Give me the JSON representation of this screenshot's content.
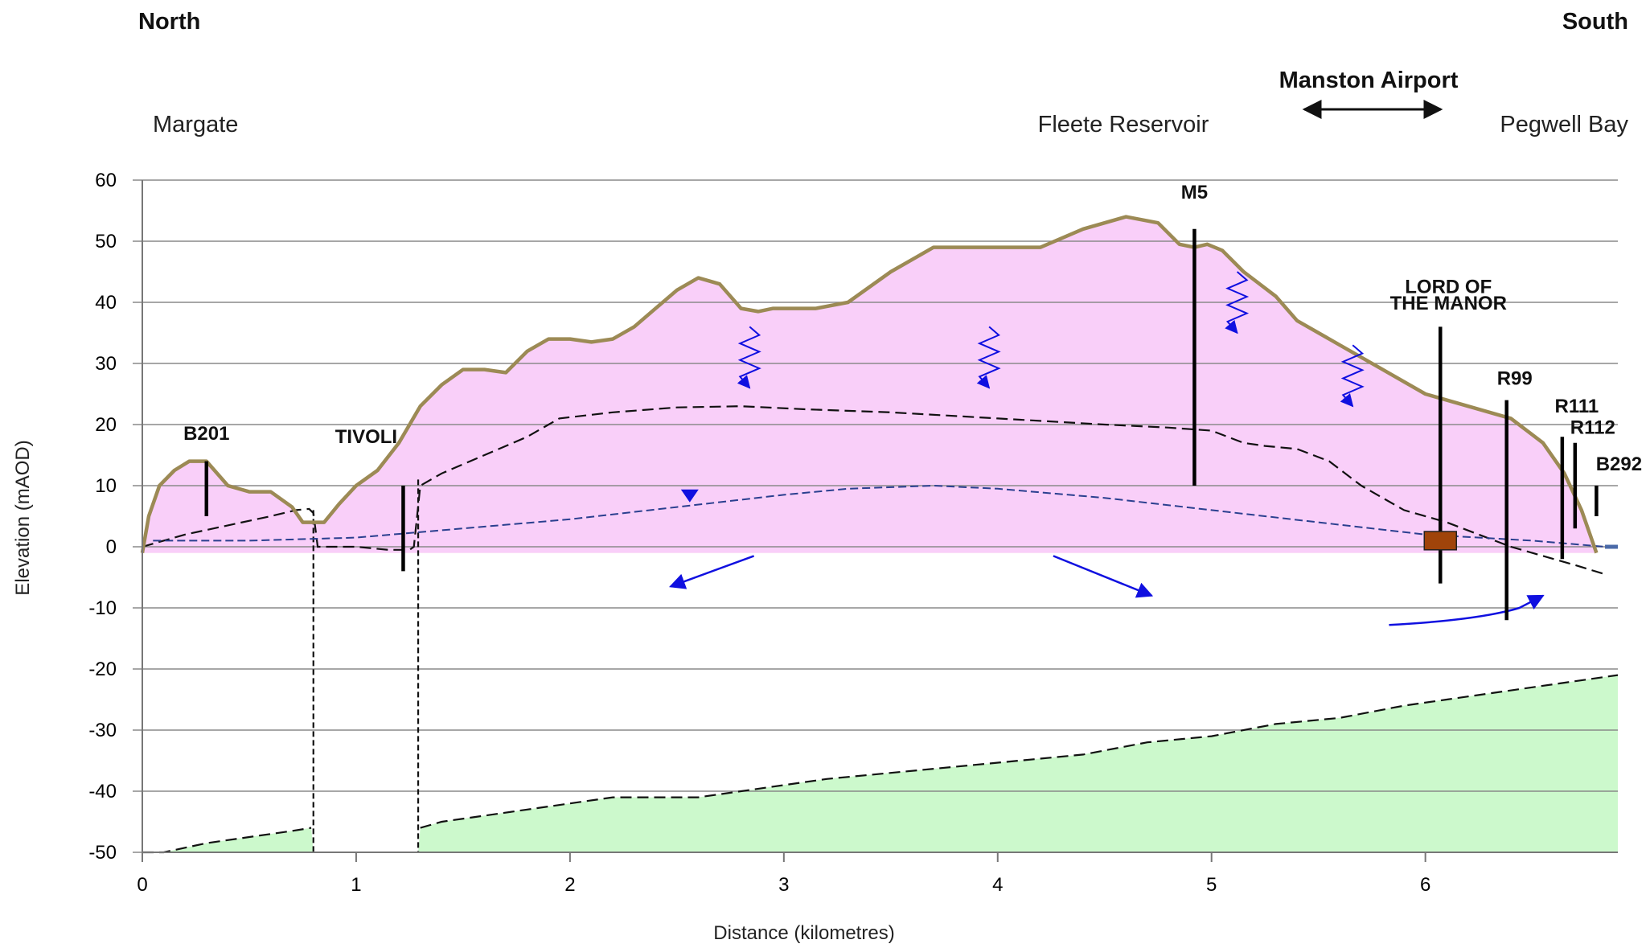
{
  "header": {
    "north": "North",
    "south": "South",
    "airport": "Manston Airport"
  },
  "places": {
    "margate": "Margate",
    "fleete": "Fleete Reservoir",
    "pegwell": "Pegwell Bay"
  },
  "chart_data": {
    "type": "area",
    "xlabel": "Distance (kilometres)",
    "ylabel": "Elevation (mAOD)",
    "xlim": [
      0,
      6.9
    ],
    "ylim": [
      -50,
      60
    ],
    "xticks": [
      0,
      1,
      2,
      3,
      4,
      5,
      6
    ],
    "yticks": [
      60,
      50,
      40,
      30,
      20,
      10,
      0,
      -10,
      -20,
      -30,
      -40,
      -50
    ],
    "grid": "horizontal",
    "colors": {
      "ground_surface": "#9C8A55",
      "upper_layer": "#F9CFF9",
      "middle_layer": "#FAE2D1",
      "lower_layer": "#CCF9CC",
      "water_table": "#2A3F8F",
      "flow_arrow": "#1010E0",
      "well": "#000000",
      "tank": "#A0440A"
    },
    "ground_surface": {
      "x": [
        0.0,
        0.03,
        0.08,
        0.15,
        0.22,
        0.3,
        0.4,
        0.5,
        0.6,
        0.7,
        0.75,
        0.85,
        0.92,
        1.0,
        1.1,
        1.2,
        1.3,
        1.4,
        1.5,
        1.6,
        1.7,
        1.8,
        1.9,
        2.0,
        2.1,
        2.2,
        2.3,
        2.4,
        2.5,
        2.6,
        2.7,
        2.8,
        2.88,
        2.95,
        3.05,
        3.15,
        3.3,
        3.5,
        3.7,
        3.8,
        3.95,
        4.1,
        4.2,
        4.4,
        4.6,
        4.75,
        4.85,
        4.92,
        4.98,
        5.05,
        5.15,
        5.3,
        5.4,
        5.6,
        5.8,
        6.0,
        6.2,
        6.4,
        6.55,
        6.65,
        6.73,
        6.8,
        6.84
      ],
      "y": [
        -1,
        5,
        10,
        12.5,
        14,
        14,
        10,
        9,
        9,
        6.5,
        4,
        4,
        7,
        10,
        12.5,
        17,
        23,
        26.5,
        29,
        29,
        28.5,
        32,
        34,
        34,
        33.5,
        34,
        36,
        39,
        42,
        44,
        43,
        39,
        38.5,
        39,
        39,
        39,
        40,
        45,
        49,
        49,
        49,
        49,
        49,
        52,
        54,
        53,
        49.5,
        49,
        49.5,
        48.5,
        45,
        41,
        37,
        33,
        29,
        25,
        23,
        21,
        17,
        12,
        6,
        -1
      ]
    },
    "layer_boundary_upper": {
      "x": [
        0.0,
        0.2,
        0.4,
        0.6,
        0.72,
        0.78,
        0.8,
        0.82,
        0.85,
        1.0,
        1.15,
        1.25,
        1.27,
        1.3,
        1.4,
        1.6,
        1.8,
        1.95,
        2.2,
        2.5,
        2.8,
        3.1,
        3.5,
        4.0,
        4.5,
        4.8,
        5.0,
        5.15,
        5.25,
        5.4,
        5.55,
        5.7,
        5.9,
        6.1,
        6.25,
        6.4,
        6.55,
        6.7,
        6.84
      ],
      "y": [
        0,
        2,
        3.5,
        5,
        6,
        6.2,
        5.5,
        0,
        0,
        0,
        -0.5,
        -0.5,
        0,
        10,
        12,
        15,
        18,
        21,
        22,
        22.8,
        23,
        22.5,
        22,
        21,
        20,
        19.5,
        19,
        17,
        16.5,
        16,
        14,
        10,
        6,
        4,
        2,
        0,
        -1.5,
        -3,
        -4.5
      ]
    },
    "layer_boundary_lower": {
      "x": [
        0.0,
        0.1,
        0.3,
        0.5,
        0.7,
        0.79,
        1.3,
        1.4,
        1.6,
        1.8,
        2.0,
        2.2,
        2.4,
        2.6,
        2.8,
        3.0,
        3.2,
        3.5,
        3.8,
        4.1,
        4.4,
        4.7,
        5.0,
        5.3,
        5.6,
        5.9,
        6.1,
        6.3,
        6.5,
        6.7,
        6.9
      ],
      "y": [
        -50,
        -50,
        -48.5,
        -47.5,
        -46.5,
        -46,
        -46,
        -45,
        -44,
        -43,
        -42,
        -41,
        -41,
        -41,
        -40,
        -39,
        -38,
        -37,
        -36,
        -35,
        -34,
        -32,
        -31,
        -29,
        -28,
        -26,
        -25,
        -24,
        -23,
        -22,
        -21
      ]
    },
    "water_table": {
      "x": [
        0.05,
        0.5,
        1.0,
        1.5,
        2.0,
        2.5,
        3.0,
        3.3,
        3.7,
        4.0,
        4.5,
        5.0,
        5.5,
        6.0,
        6.5,
        6.84
      ],
      "y": [
        1,
        1,
        1.5,
        3,
        4.5,
        6.5,
        8.5,
        9.5,
        10,
        9.5,
        8,
        6,
        4,
        2,
        1,
        0
      ]
    },
    "wells": [
      {
        "label": "B201",
        "x": 0.3,
        "top": 14,
        "bottom": 5
      },
      {
        "label": "TIVOLI",
        "x": 1.22,
        "top": 10,
        "bottom": -4
      },
      {
        "label": "M5",
        "x": 4.92,
        "top": 52,
        "bottom": 10
      },
      {
        "label": "LORD OF",
        "label2": "THE MANOR",
        "x": 6.07,
        "top": 36,
        "bottom": -6
      },
      {
        "label": "R99",
        "x": 6.38,
        "top": 24,
        "bottom": -12
      },
      {
        "label": "R111",
        "x": 6.64,
        "top": 18,
        "bottom": -2
      },
      {
        "label": "R112",
        "x": 6.7,
        "top": 17,
        "bottom": 3
      },
      {
        "label": "B292",
        "x": 6.8,
        "top": 10,
        "bottom": 5
      }
    ],
    "faults": [
      0.8,
      1.29
    ]
  }
}
